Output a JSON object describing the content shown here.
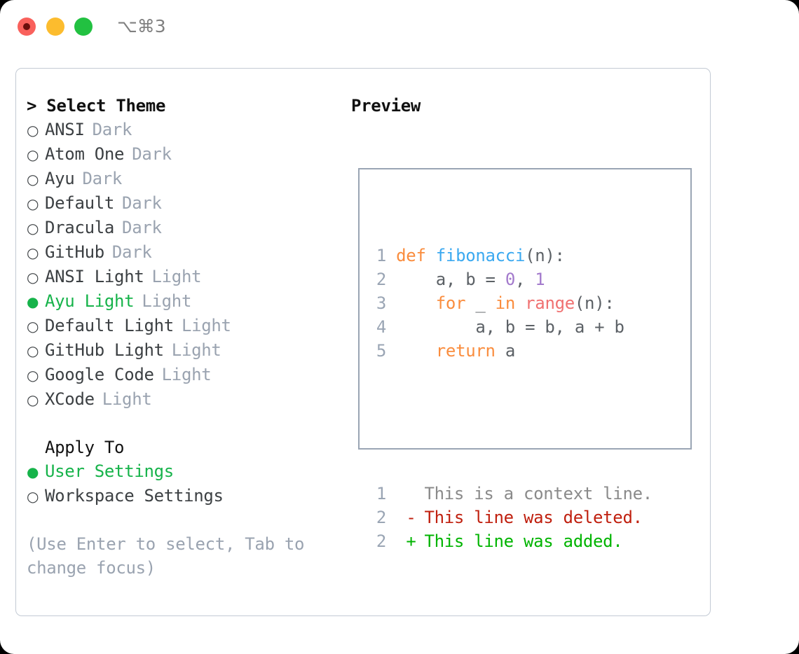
{
  "titlebar": {
    "shortcut": "⌥⌘3",
    "buttons": [
      {
        "name": "close",
        "color": "#f9615c"
      },
      {
        "name": "minimize",
        "color": "#fcbc2e"
      },
      {
        "name": "maximize",
        "color": "#22c141"
      }
    ]
  },
  "theme_picker": {
    "heading": "> Select Theme",
    "marker_selected": "●",
    "marker_unselected": "○",
    "items": [
      {
        "label": "ANSI",
        "tag": "Dark",
        "selected": false
      },
      {
        "label": "Atom One",
        "tag": "Dark",
        "selected": false
      },
      {
        "label": "Ayu",
        "tag": "Dark",
        "selected": false
      },
      {
        "label": "Default",
        "tag": "Dark",
        "selected": false
      },
      {
        "label": "Dracula",
        "tag": "Dark",
        "selected": false
      },
      {
        "label": "GitHub",
        "tag": "Dark",
        "selected": false
      },
      {
        "label": "ANSI Light",
        "tag": "Light",
        "selected": false
      },
      {
        "label": "Ayu Light",
        "tag": "Light",
        "selected": true
      },
      {
        "label": "Default Light",
        "tag": "Light",
        "selected": false
      },
      {
        "label": "GitHub Light",
        "tag": "Light",
        "selected": false
      },
      {
        "label": "Google Code",
        "tag": "Light",
        "selected": false
      },
      {
        "label": "XCode",
        "tag": "Light",
        "selected": false
      }
    ]
  },
  "apply_to": {
    "heading": "Apply To",
    "items": [
      {
        "label": "User Settings",
        "selected": true
      },
      {
        "label": "Workspace Settings",
        "selected": false
      }
    ]
  },
  "hint": "(Use Enter to select, Tab to change focus)",
  "preview": {
    "heading": "Preview",
    "code": {
      "lines": [
        {
          "n": "1",
          "tokens": [
            {
              "t": "def ",
              "c": "kw"
            },
            {
              "t": "fibonacci",
              "c": "fn"
            },
            {
              "t": "(n):",
              "c": "pl"
            }
          ]
        },
        {
          "n": "2",
          "tokens": [
            {
              "t": "    a, b = ",
              "c": "pl"
            },
            {
              "t": "0",
              "c": "num"
            },
            {
              "t": ", ",
              "c": "pl"
            },
            {
              "t": "1",
              "c": "num"
            }
          ]
        },
        {
          "n": "3",
          "tokens": [
            {
              "t": "    ",
              "c": "pl"
            },
            {
              "t": "for",
              "c": "kw"
            },
            {
              "t": " _ ",
              "c": "pl"
            },
            {
              "t": "in",
              "c": "kw"
            },
            {
              "t": " ",
              "c": "pl"
            },
            {
              "t": "range",
              "c": "bi"
            },
            {
              "t": "(n):",
              "c": "pl"
            }
          ]
        },
        {
          "n": "4",
          "tokens": [
            {
              "t": "        a, b = b, a + b",
              "c": "pl"
            }
          ]
        },
        {
          "n": "5",
          "tokens": [
            {
              "t": "    ",
              "c": "pl"
            },
            {
              "t": "return",
              "c": "kw"
            },
            {
              "t": " a",
              "c": "pl"
            }
          ]
        }
      ]
    },
    "diff": {
      "lines": [
        {
          "n": "1",
          "sign": " ",
          "text": "This is a context line.",
          "kind": "ctx"
        },
        {
          "n": "2",
          "sign": "-",
          "text": "This line was deleted.",
          "kind": "del"
        },
        {
          "n": "2",
          "sign": "+",
          "text": "This line was added.",
          "kind": "add"
        }
      ]
    }
  },
  "colors": {
    "accent_green": "#16b34a",
    "muted": "#9aa3b0",
    "border": "#c3cad4",
    "preview_border": "#9aa5b4",
    "kw": "#fa8d3e",
    "fn": "#3ba9f0",
    "num": "#a37acc",
    "builtin": "#f07171",
    "plain": "#5c6166",
    "diff_del": "#c0200f",
    "diff_add": "#00b400",
    "diff_ctx": "#8a8a8a"
  }
}
